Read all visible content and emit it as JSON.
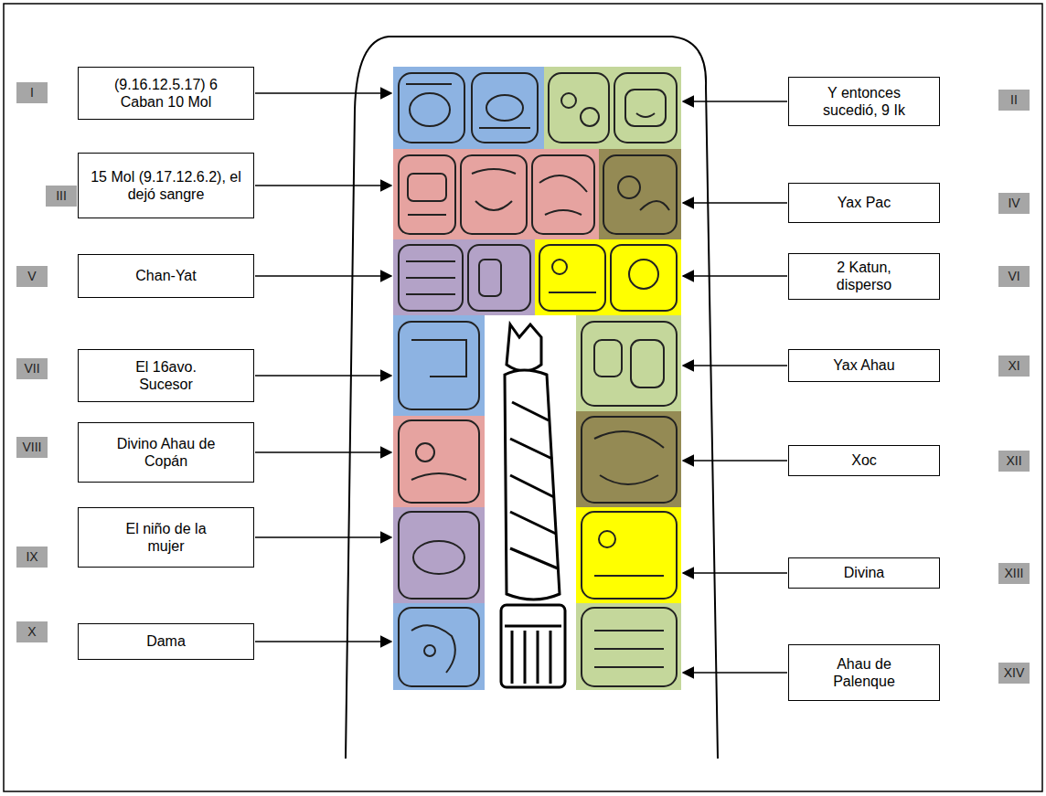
{
  "diagram": {
    "nodes": [
      {
        "text": [
          "I"
        ]
      },
      {
        "text": [
          "(9.16.12.5.17) 6 Caban 10 Mol"
        ]
      },
      {
        "text": [
          "Y entonces sucedió, 9 Ik"
        ]
      },
      {
        "text": [
          "II"
        ]
      },
      {
        "text": [
          "III"
        ]
      },
      {
        "text": [
          "15 Mol (9.17.12.6.2), el dejó sangre"
        ]
      },
      {
        "text": [
          "Yax Pac"
        ]
      },
      {
        "text": [
          "IV"
        ]
      },
      {
        "text": [
          "V"
        ]
      },
      {
        "text": [
          "Chan-Yat"
        ]
      },
      {
        "text": [
          "2 Katun, disperso"
        ]
      },
      {
        "text": [
          "VI"
        ]
      },
      {
        "text": [
          "VII"
        ]
      },
      {
        "text": [
          "El 16avo. Sucesor"
        ]
      },
      {
        "text": [
          "Yax Ahau"
        ]
      },
      {
        "text": [
          "XI"
        ]
      },
      {
        "text": [
          "VIII"
        ]
      },
      {
        "text": [
          "Divino Ahau de Copán"
        ]
      },
      {
        "text": [
          "Xoc"
        ]
      },
      {
        "text": [
          "XII"
        ]
      },
      {
        "text": [
          "IX"
        ]
      },
      {
        "text": [
          "El niño de la mujer"
        ]
      },
      {
        "text": [
          "Divina"
        ]
      },
      {
        "text": [
          "XIII"
        ]
      },
      {
        "text": [
          "X"
        ]
      },
      {
        "text": [
          "Dama"
        ]
      },
      {
        "text": [
          "Ahau de Palenque"
        ]
      },
      {
        "text": [
          "XIV"
        ]
      }
    ]
  }
}
